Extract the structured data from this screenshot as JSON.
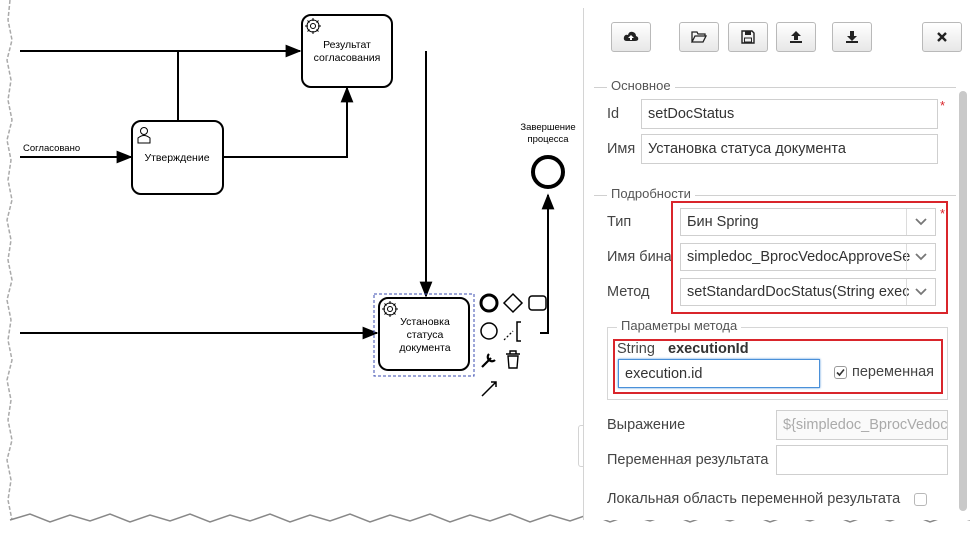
{
  "diagram": {
    "edge_label_agreed": "Согласовано",
    "task_approval": "Утверждение",
    "task_result_line1": "Результат",
    "task_result_line2": "согласования",
    "task_set_status_line1": "Установка",
    "task_set_status_line2": "статуса",
    "task_set_status_line3": "документа",
    "end_event_line1": "Завершение",
    "end_event_line2": "процесса"
  },
  "toolbar": {
    "icons": [
      "cloud-upload-icon",
      "folder-open-icon",
      "save-icon",
      "upload-icon",
      "download-icon",
      "close-icon"
    ]
  },
  "panel": {
    "section_basic": "Основное",
    "id_label": "Id",
    "id_value": "setDocStatus",
    "name_label": "Имя",
    "name_value": "Установка статуса документа",
    "section_details": "Подробности",
    "type_label": "Тип",
    "type_value": "Бин Spring",
    "bean_label": "Имя бина",
    "bean_value": "simpledoc_BprocVedocApproveSe",
    "method_label": "Метод",
    "method_value": "setStandardDocStatus(String exec",
    "section_params": "Параметры метода",
    "param_type": "String",
    "param_name": "executionId",
    "param_value": "execution.id",
    "param_variable_label": "переменная",
    "expression_label": "Выражение",
    "expression_value": "${simpledoc_BprocVedoc",
    "result_var_label": "Переменная результата",
    "result_var_value": "",
    "local_scope_label": "Локальная область переменной результата"
  },
  "colors": {
    "highlight": "#d9252b",
    "input_focus": "#4a90d9"
  }
}
